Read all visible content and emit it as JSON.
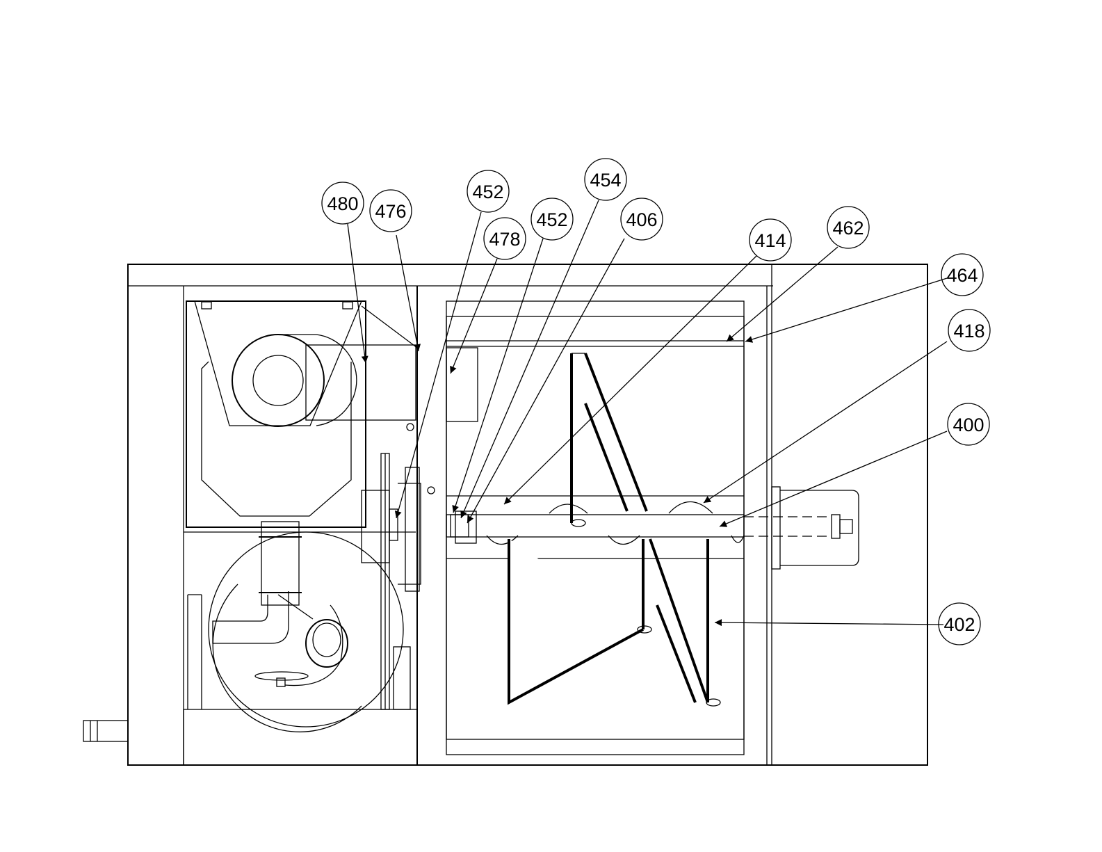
{
  "callouts": [
    {
      "id": "c480",
      "label": "480"
    },
    {
      "id": "c476",
      "label": "476"
    },
    {
      "id": "c452a",
      "label": "452"
    },
    {
      "id": "c478",
      "label": "478"
    },
    {
      "id": "c452b",
      "label": "452"
    },
    {
      "id": "c454",
      "label": "454"
    },
    {
      "id": "c406",
      "label": "406"
    },
    {
      "id": "c414",
      "label": "414"
    },
    {
      "id": "c462",
      "label": "462"
    },
    {
      "id": "c464",
      "label": "464"
    },
    {
      "id": "c418",
      "label": "418"
    },
    {
      "id": "c400",
      "label": "400"
    },
    {
      "id": "c402",
      "label": "402"
    }
  ]
}
